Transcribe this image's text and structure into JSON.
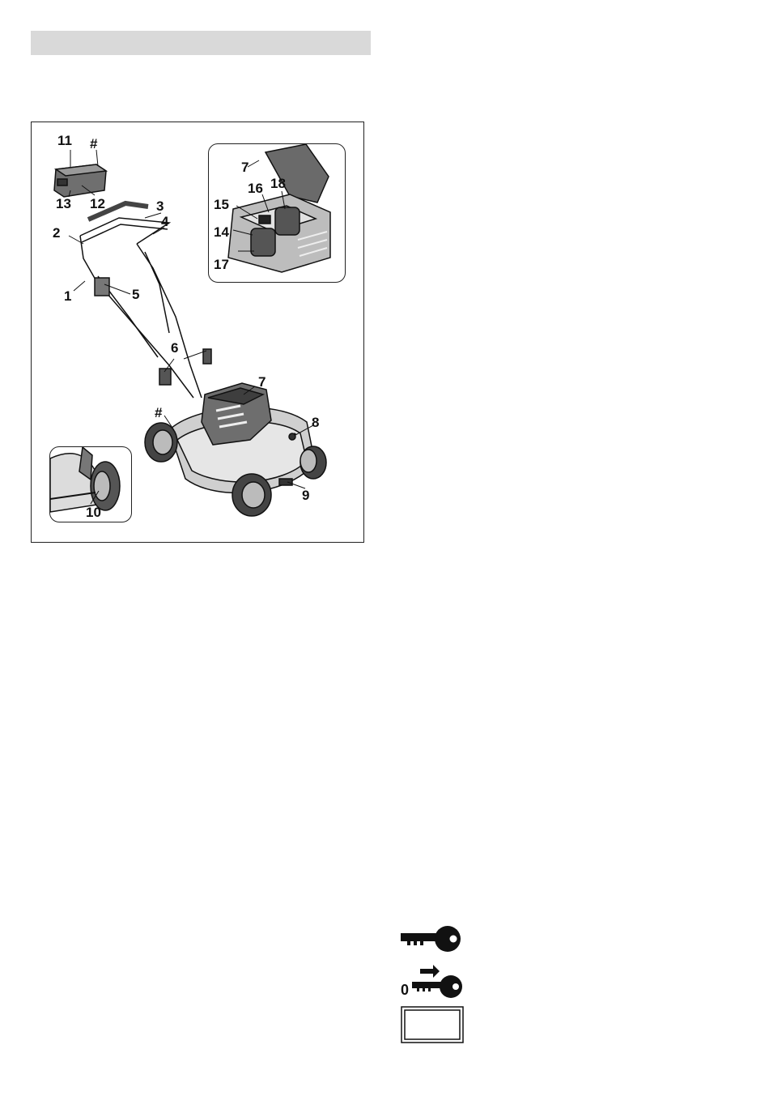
{
  "figure": {
    "callouts": {
      "c1": "1",
      "c2": "2",
      "c3": "3",
      "c4": "4",
      "c5": "5",
      "c6": "6",
      "c7_main": "7",
      "c7_inset": "7",
      "c8": "8",
      "c9": "9",
      "c10": "10",
      "c11": "11",
      "c12": "12",
      "c13": "13",
      "c14": "14",
      "c15": "15",
      "c16": "16",
      "c17": "17",
      "c18": "18",
      "hash_battery": "#",
      "hash_mower": "#"
    }
  },
  "symbols": [
    {
      "name": "key-icon"
    },
    {
      "name": "key-off-icon",
      "text": "0"
    },
    {
      "name": "blank-rectangle-icon"
    }
  ]
}
